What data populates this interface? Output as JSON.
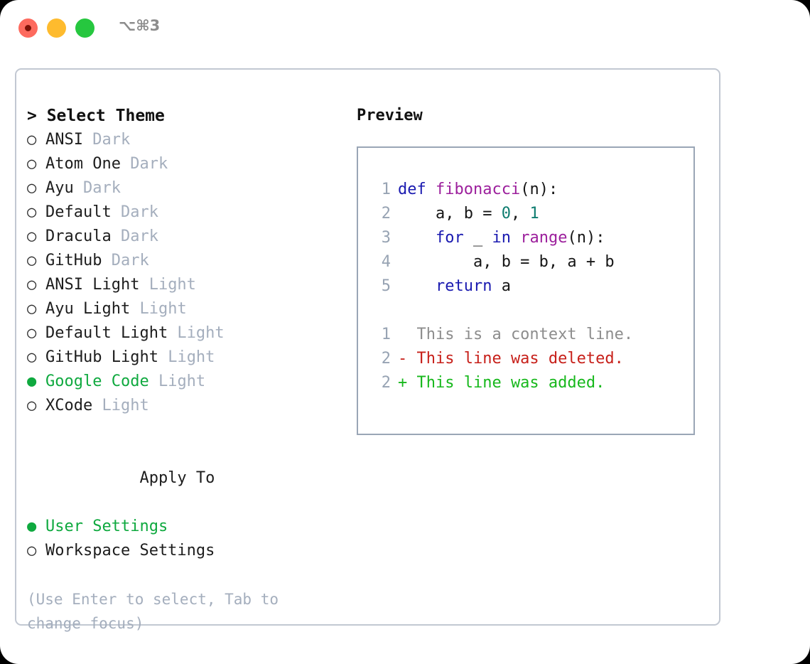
{
  "titlebar": {
    "shortcut": "⌥⌘3",
    "buttons": {
      "close": "close-window",
      "minimize": "minimize-window",
      "maximize": "maximize-window"
    }
  },
  "theme_selector": {
    "header": "> Select Theme",
    "marker_selected": "●",
    "marker_unselected": "○",
    "items": [
      {
        "marker": "○",
        "label": "ANSI",
        "tag": "Dark",
        "selected": false
      },
      {
        "marker": "○",
        "label": "Atom One",
        "tag": "Dark",
        "selected": false
      },
      {
        "marker": "○",
        "label": "Ayu",
        "tag": "Dark",
        "selected": false
      },
      {
        "marker": "○",
        "label": "Default",
        "tag": "Dark",
        "selected": false
      },
      {
        "marker": "○",
        "label": "Dracula",
        "tag": "Dark",
        "selected": false
      },
      {
        "marker": "○",
        "label": "GitHub",
        "tag": "Dark",
        "selected": false
      },
      {
        "marker": "○",
        "label": "ANSI Light",
        "tag": "Light",
        "selected": false
      },
      {
        "marker": "○",
        "label": "Ayu Light",
        "tag": "Light",
        "selected": false
      },
      {
        "marker": "○",
        "label": "Default Light",
        "tag": "Light",
        "selected": false
      },
      {
        "marker": "○",
        "label": "GitHub Light",
        "tag": "Light",
        "selected": false
      },
      {
        "marker": "●",
        "label": "Google Code",
        "tag": "Light",
        "selected": true
      },
      {
        "marker": "○",
        "label": "XCode",
        "tag": "Light",
        "selected": false
      }
    ]
  },
  "apply_to": {
    "header": "Apply To",
    "items": [
      {
        "marker": "●",
        "label": "User Settings",
        "selected": true
      },
      {
        "marker": "○",
        "label": "Workspace Settings",
        "selected": false
      }
    ]
  },
  "hint": "(Use Enter to select, Tab to change focus)",
  "preview": {
    "header": "Preview",
    "code_lines": [
      {
        "num": "1",
        "tokens": [
          {
            "t": "def ",
            "c": "kw"
          },
          {
            "t": "fibonacci",
            "c": "fn"
          },
          {
            "t": "(n):",
            "c": "plain"
          }
        ]
      },
      {
        "num": "2",
        "tokens": [
          {
            "t": "    a, b = ",
            "c": "plain"
          },
          {
            "t": "0",
            "c": "num"
          },
          {
            "t": ", ",
            "c": "plain"
          },
          {
            "t": "1",
            "c": "num"
          }
        ]
      },
      {
        "num": "3",
        "tokens": [
          {
            "t": "    ",
            "c": "plain"
          },
          {
            "t": "for",
            "c": "kw"
          },
          {
            "t": " _ ",
            "c": "plain"
          },
          {
            "t": "in",
            "c": "kw"
          },
          {
            "t": " ",
            "c": "plain"
          },
          {
            "t": "range",
            "c": "fn"
          },
          {
            "t": "(n):",
            "c": "plain"
          }
        ]
      },
      {
        "num": "4",
        "tokens": [
          {
            "t": "        a, b = b, a + b",
            "c": "plain"
          }
        ]
      },
      {
        "num": "5",
        "tokens": [
          {
            "t": "    ",
            "c": "plain"
          },
          {
            "t": "return",
            "c": "kw"
          },
          {
            "t": " a",
            "c": "plain"
          }
        ]
      }
    ],
    "diff_lines": [
      {
        "num": "1",
        "tokens": [
          {
            "t": "  This is a context line.",
            "c": "ctx"
          }
        ]
      },
      {
        "num": "2",
        "tokens": [
          {
            "t": "- This line was deleted.",
            "c": "del"
          }
        ]
      },
      {
        "num": "2",
        "tokens": [
          {
            "t": "+ This line was added.",
            "c": "add"
          }
        ]
      }
    ]
  },
  "colors": {
    "accent_green": "#0fa93f",
    "muted": "#a4aebd",
    "keyword": "#1a1ab0",
    "function": "#9c1f9c",
    "number": "#0e7d70",
    "diff_deleted": "#c7201a",
    "diff_added": "#17b81c",
    "panel_border": "#c2c8d2",
    "preview_border": "#9aa6b6",
    "traffic_red": "#fd6a5e",
    "traffic_yellow": "#febb2e",
    "traffic_green": "#26c73f"
  }
}
